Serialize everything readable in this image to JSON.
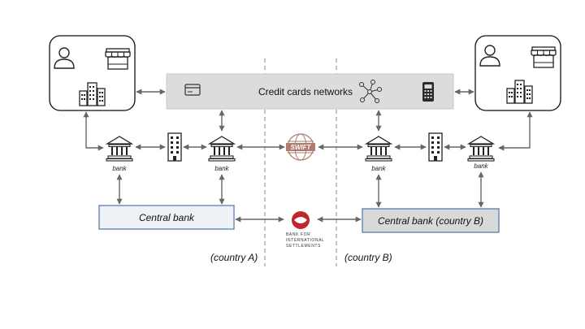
{
  "networks": {
    "credit_cards": "Credit cards networks"
  },
  "banks": {
    "label_a": "bank",
    "label_b": "bank",
    "label_c": "bank",
    "label_d": "bank"
  },
  "central_banks": {
    "a": "Central bank",
    "b": "Central bank (country B)"
  },
  "countries": {
    "a": "(country A)",
    "b": "(country B)"
  },
  "swift": {
    "logo_text": "SWIFT"
  },
  "bis": {
    "line1": "BANK FOR",
    "line2": "INTERNATIONAL",
    "line3": "SETTLEMENTS"
  },
  "colors": {
    "network_fill": "#dcdcdc",
    "central_bank_a_fill": "#eef1f6",
    "central_bank_b_fill": "#d9d9d9",
    "central_bank_border": "#5b7db1",
    "arrow": "#666666",
    "bis_red": "#c0272d"
  }
}
